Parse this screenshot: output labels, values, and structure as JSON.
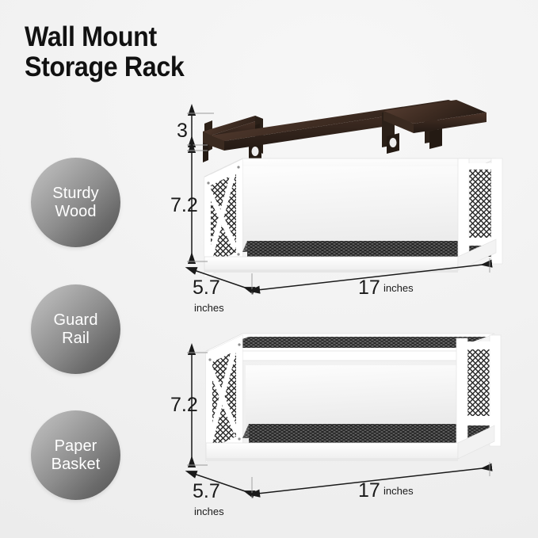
{
  "background_color": "#f1f1f1",
  "title": {
    "line1": "Wall Mount",
    "line2": "Storage Rack"
  },
  "badges": [
    {
      "line1": "Sturdy",
      "line2": "Wood",
      "name": "sturdy-wood"
    },
    {
      "line1": "Guard",
      "line2": "Rail",
      "name": "guard-rail"
    },
    {
      "line1": "Paper",
      "line2": "Basket",
      "name": "paper-basket"
    }
  ],
  "product": {
    "wood_color": "#ffffff",
    "rail_color": "#3a2a22",
    "mesh_color": "#4a4a4a",
    "unit_top": {
      "height_upper": "3",
      "height_body": "7.2",
      "depth_value": "5.7",
      "depth_unit": "inches",
      "width_value": "17",
      "width_unit": "inches"
    },
    "unit_bottom": {
      "height_body": "7.2",
      "depth_value": "5.7",
      "depth_unit": "inches",
      "width_value": "17",
      "width_unit": "inches"
    }
  }
}
